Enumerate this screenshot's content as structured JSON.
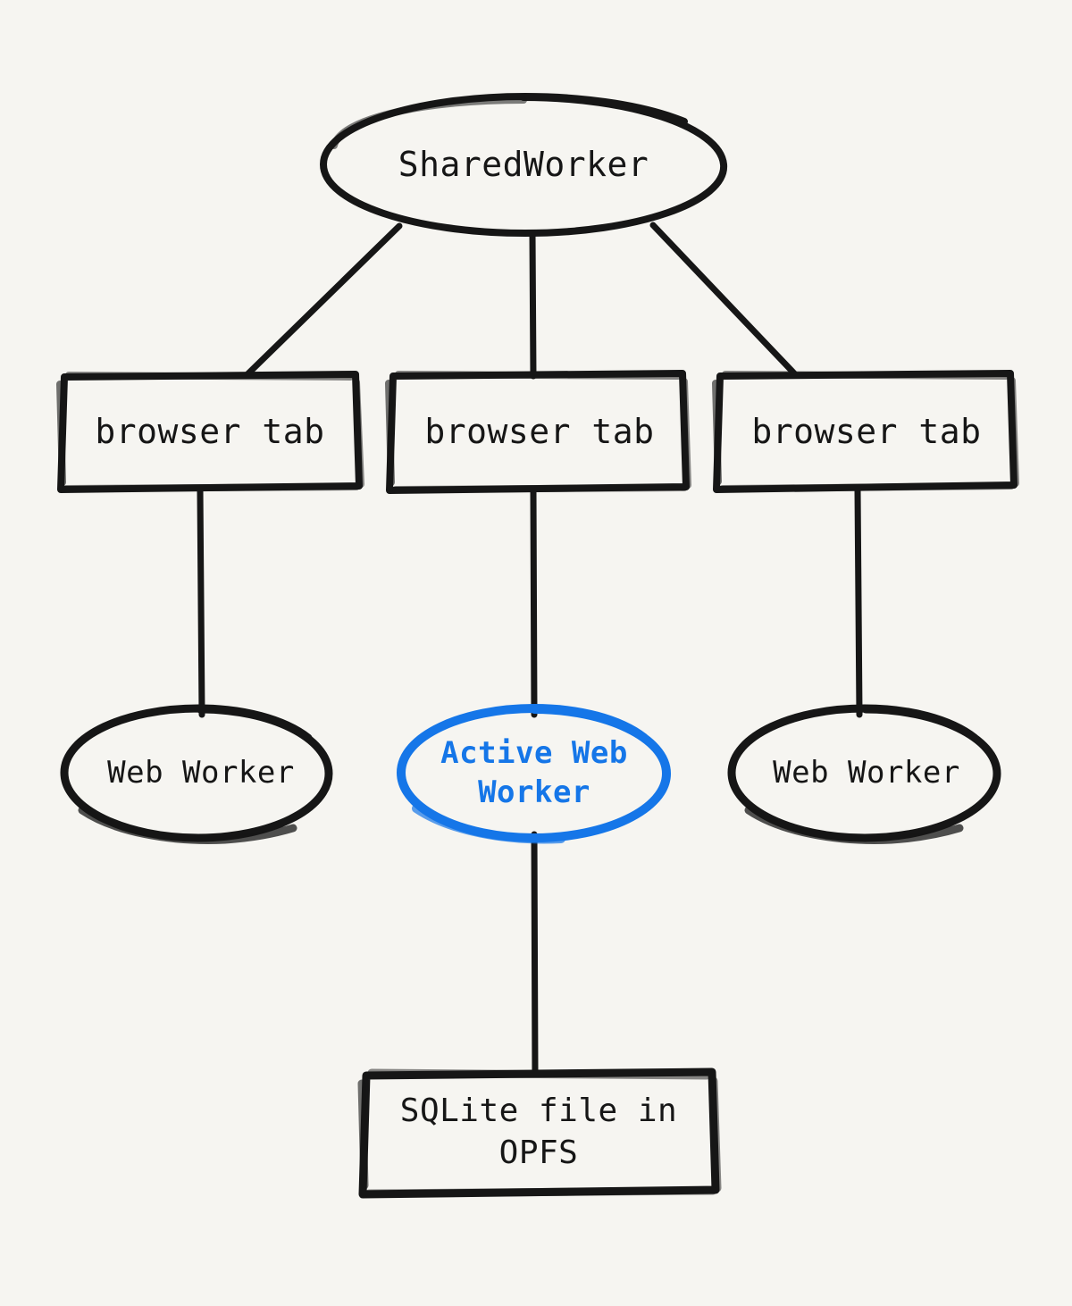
{
  "diagram": {
    "title": "SharedWorker / browser tab / Web Worker / OPFS architecture",
    "background_color": "#f6f5f1",
    "stroke_color": "#161616",
    "accent_color": "#1576e8",
    "style": "hand-drawn-sketch"
  },
  "nodes": {
    "shared_worker": {
      "label": "SharedWorker",
      "shape": "ellipse",
      "color": "#161616"
    },
    "tabs": [
      {
        "label": "browser tab",
        "shape": "rectangle",
        "color": "#161616"
      },
      {
        "label": "browser tab",
        "shape": "rectangle",
        "color": "#161616"
      },
      {
        "label": "browser tab",
        "shape": "rectangle",
        "color": "#161616"
      }
    ],
    "workers": [
      {
        "label": "Web Worker",
        "shape": "ellipse",
        "color": "#161616",
        "active": false
      },
      {
        "label": "Active Web\nWorker",
        "shape": "ellipse",
        "color": "#1576e8",
        "active": true
      },
      {
        "label": "Web Worker",
        "shape": "ellipse",
        "color": "#161616",
        "active": false
      }
    ],
    "storage": {
      "label": "SQLite file in\nOPFS",
      "shape": "rectangle",
      "color": "#161616"
    }
  },
  "edges": [
    {
      "from": "shared_worker",
      "to": "tab-left",
      "style": "solid"
    },
    {
      "from": "shared_worker",
      "to": "tab-middle",
      "style": "solid"
    },
    {
      "from": "shared_worker",
      "to": "tab-right",
      "style": "solid"
    },
    {
      "from": "tab-left",
      "to": "worker-left",
      "style": "solid"
    },
    {
      "from": "tab-middle",
      "to": "worker-active",
      "style": "solid"
    },
    {
      "from": "tab-right",
      "to": "worker-right",
      "style": "solid"
    },
    {
      "from": "worker-active",
      "to": "storage",
      "style": "solid"
    }
  ]
}
